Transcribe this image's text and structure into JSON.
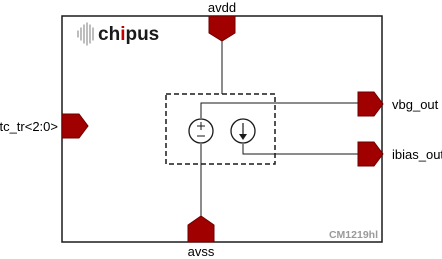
{
  "logo": {
    "prefix": "ch",
    "accent": "i",
    "suffix": "pus"
  },
  "part_number": "CM1219hl",
  "pins": {
    "top": "avdd",
    "bottom": "avss",
    "left": "tc_tr<2:0>",
    "right_upper": "vbg_out",
    "right_lower": "ibias_out"
  },
  "symbols": {
    "voltage_source": "±",
    "current_source": "↓"
  },
  "colors": {
    "pin": "#a00000",
    "pin_stroke": "#6e0000",
    "frame": "#1a1a1a",
    "logo_accent": "#c00000"
  }
}
